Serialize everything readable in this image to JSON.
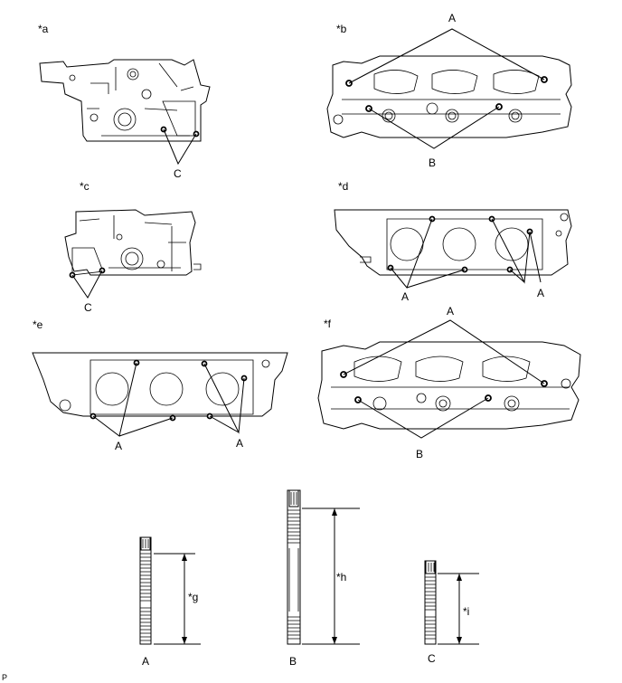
{
  "views": [
    {
      "tag": "*a",
      "callouts": [
        "C"
      ]
    },
    {
      "tag": "*b",
      "callouts": [
        "A",
        "B"
      ]
    },
    {
      "tag": "*c",
      "callouts": [
        "C"
      ]
    },
    {
      "tag": "*d",
      "callouts": [
        "A",
        "A"
      ]
    },
    {
      "tag": "*e",
      "callouts": [
        "A",
        "A"
      ]
    },
    {
      "tag": "*f",
      "callouts": [
        "A",
        "B"
      ]
    }
  ],
  "studs": [
    {
      "label": "A",
      "dim_tag": "*g"
    },
    {
      "label": "B",
      "dim_tag": "*h"
    },
    {
      "label": "C",
      "dim_tag": "*i"
    }
  ],
  "corner_code": "P"
}
